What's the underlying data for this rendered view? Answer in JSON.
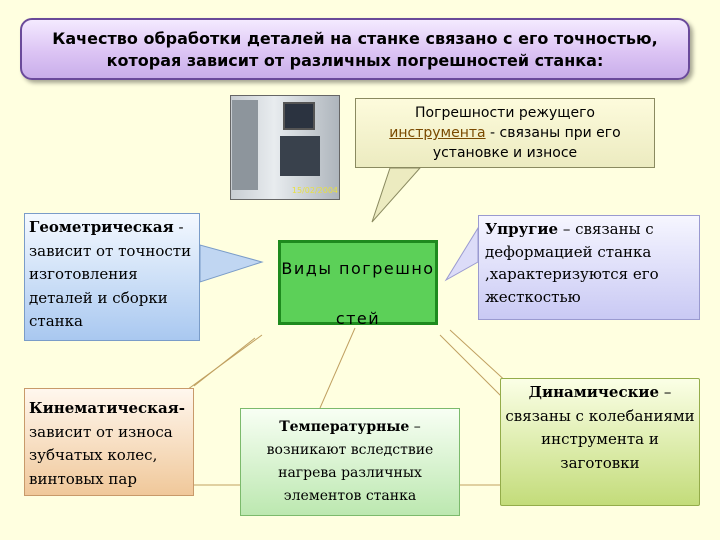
{
  "title": {
    "line1": "Качество обработки деталей на станке связано с его точностью,",
    "line2": "которая зависит от  различных погрешностей станка:"
  },
  "photo": {
    "date": "15/02/2004"
  },
  "cutting_tool": {
    "line1": "Погрешности режущего",
    "underlined": "инструмента",
    "line2_rest": " - связаны при его",
    "line3": "установке и износе"
  },
  "center": {
    "text": "Виды погрешностей"
  },
  "geometric": {
    "heading": "Геометрическая",
    "text": "зависит от точности изготовления деталей и сборки станка"
  },
  "kinematic": {
    "heading": "Кинематическая-",
    "text": "зависит от износа зубчатых колес, винтовых пар"
  },
  "elastic": {
    "heading": "Упругие",
    "text": "– связаны с деформацией станка ,характеризуются    его жесткостью"
  },
  "thermal": {
    "heading": "Температурные",
    "text": "возникают вследствие нагрева различных элементов  станка"
  },
  "dynamic": {
    "heading": "Динамические",
    "text": "связаны с колебаниями инструмента и заготовки"
  },
  "colors": {
    "title_bg": "#dcc4f4",
    "center_bg": "#5cd058",
    "page_bg": "#ffffe0"
  }
}
